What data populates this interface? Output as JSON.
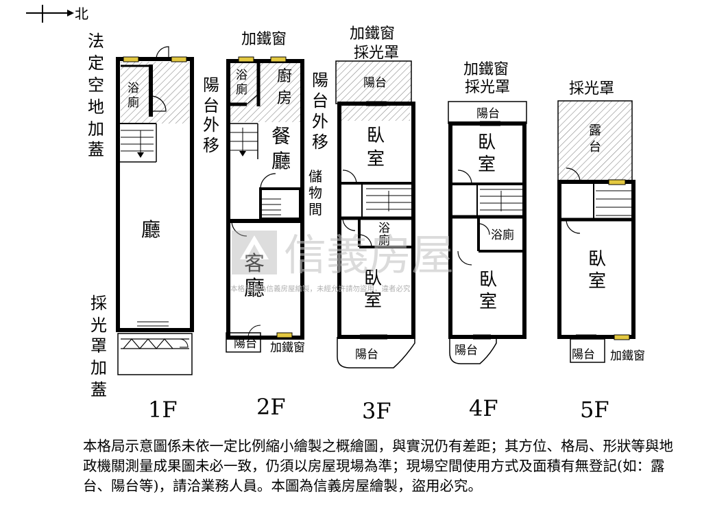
{
  "compass": {
    "north_label": "北"
  },
  "floors": [
    {
      "label": "1F",
      "rooms": {
        "legal_space": "法定空地加蓋",
        "bath": "浴廁",
        "hall": "廳",
        "balcony_moved": "陽台外移",
        "skylight_addition": "採光罩加蓋"
      }
    },
    {
      "label": "2F",
      "rooms": {
        "iron_window_top": "加鐵窗",
        "bath": "浴廁",
        "kitchen": "廚房",
        "dining": "餐廳",
        "storage": "儲物間",
        "living": "客廳",
        "balcony": "陽台",
        "iron_window": "加鐵窗",
        "balcony_moved": "陽台外移"
      }
    },
    {
      "label": "3F",
      "rooms": {
        "iron_window": "加鐵窗",
        "skylight": "採光罩",
        "balcony_top": "陽台",
        "bedroom_front": "臥室",
        "bath": "浴廁",
        "bedroom_back": "臥室",
        "balcony_back": "陽台"
      }
    },
    {
      "label": "4F",
      "rooms": {
        "iron_window": "加鐵窗",
        "skylight": "採光罩",
        "balcony_top": "陽台",
        "bedroom_front": "臥室",
        "bath": "浴廁",
        "bedroom_back": "臥室",
        "balcony_back": "陽台"
      }
    },
    {
      "label": "5F",
      "rooms": {
        "skylight": "採光罩",
        "terrace": "露台",
        "bedroom": "臥室",
        "balcony": "陽台",
        "iron_window": "加鐵窗"
      }
    }
  ],
  "watermark": {
    "brand": "信義房屋",
    "fine_print": "本格局圖為信義房屋繪製，未經允許請勿盜用，違者必究"
  },
  "notice": "本格局示意圖係未依一定比例縮小繪製之概繪圖，與實況仍有差距；其方位、格局、形狀等與地政機關測量成果圖未必一致，仍須以房屋現場為準；現場空間使用方式及面積有無登記(如：露台、陽台等)，請洽業務人員。本圖為信義房屋繪製，盜用必究。"
}
